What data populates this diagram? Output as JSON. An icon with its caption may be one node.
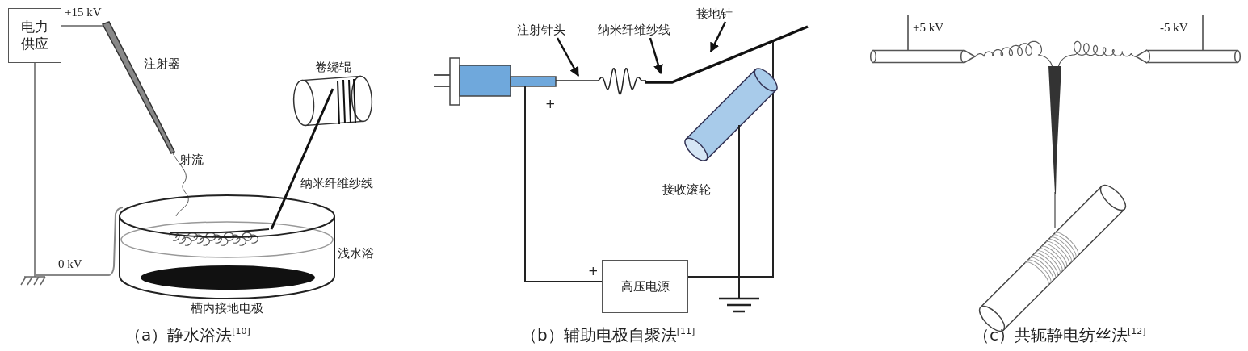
{
  "diagram": {
    "nodes": [
      {
        "text": [
          "电力供应"
        ]
      },
      {
        "text": [
          "注射针头"
        ]
      },
      {
        "text": [
          "纳米纤维纱线"
        ]
      },
      {
        "text": [
          "接地针"
        ]
      },
      {
        "text": [
          "高压电源"
        ]
      }
    ],
    "edges": [
      {
        "from": 1,
        "to": null,
        "arrow": "to"
      },
      {
        "from": 2,
        "to": null,
        "arrow": "to"
      },
      {
        "from": 3,
        "to": null,
        "arrow": "to"
      }
    ],
    "labels": [
      "+15 kV",
      "注射器",
      "卷绕辊",
      "射流",
      "纳米纤维纱线",
      "浅水浴",
      "0 kV",
      "槽内接地电极",
      "（a）静水浴法$^{[10]}$",
      "+",
      "接收滚轮",
      "+",
      "（b）辅助电极自聚法$^{[11]}$",
      "+5 kV",
      "-5 kV",
      "（c）共轭静电纺丝法$^{[12]}$"
    ]
  }
}
